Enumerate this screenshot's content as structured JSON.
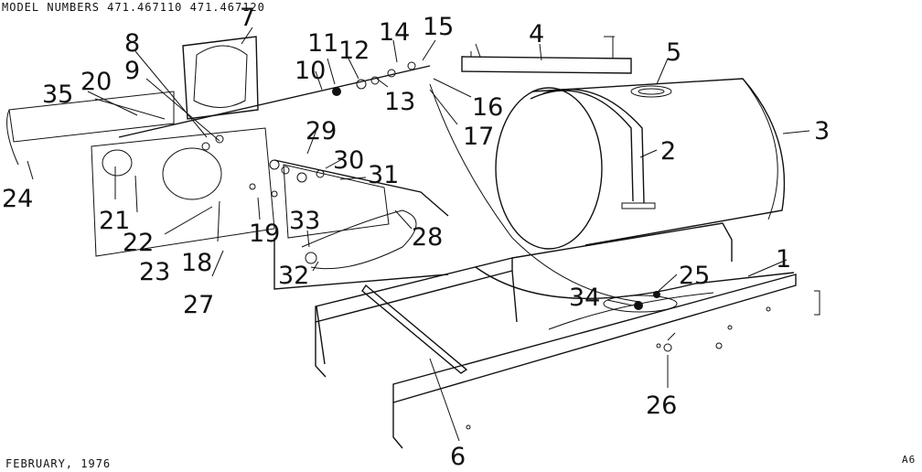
{
  "header": {
    "model_numbers": "MODEL NUMBERS 471.467110 471.467120",
    "date": "FEBRUARY, 1976",
    "page_code": "A6"
  },
  "callouts": {
    "c1": "1",
    "c2": "2",
    "c3": "3",
    "c4": "4",
    "c5": "5",
    "c6": "6",
    "c7": "7",
    "c8": "8",
    "c9": "9",
    "c10": "10",
    "c11": "11",
    "c12": "12",
    "c13": "13",
    "c14": "14",
    "c15": "15",
    "c16": "16",
    "c17": "17",
    "c18": "18",
    "c19": "19",
    "c20": "20",
    "c21": "21",
    "c22": "22",
    "c23": "23",
    "c24": "24",
    "c25": "25",
    "c26": "26",
    "c27": "27",
    "c28": "28",
    "c29": "29",
    "c30": "30",
    "c31": "31",
    "c32": "32",
    "c33": "33",
    "c34": "34",
    "c35": "35"
  }
}
